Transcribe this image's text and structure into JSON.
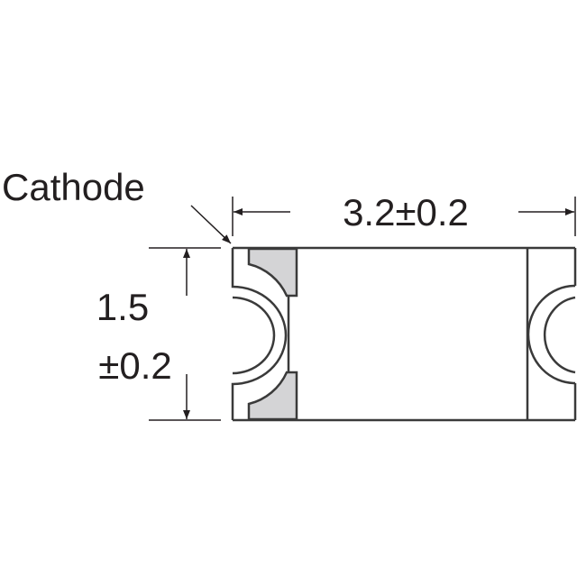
{
  "diagram": {
    "cathode_label": "Cathode",
    "width_dimension": "3.2±0.2",
    "height_dimension_line1": "1.5",
    "height_dimension_line2": "±0.2",
    "colors": {
      "line": "#3a3a3a",
      "pad": "#d4d4d6",
      "text": "#231f20"
    }
  }
}
